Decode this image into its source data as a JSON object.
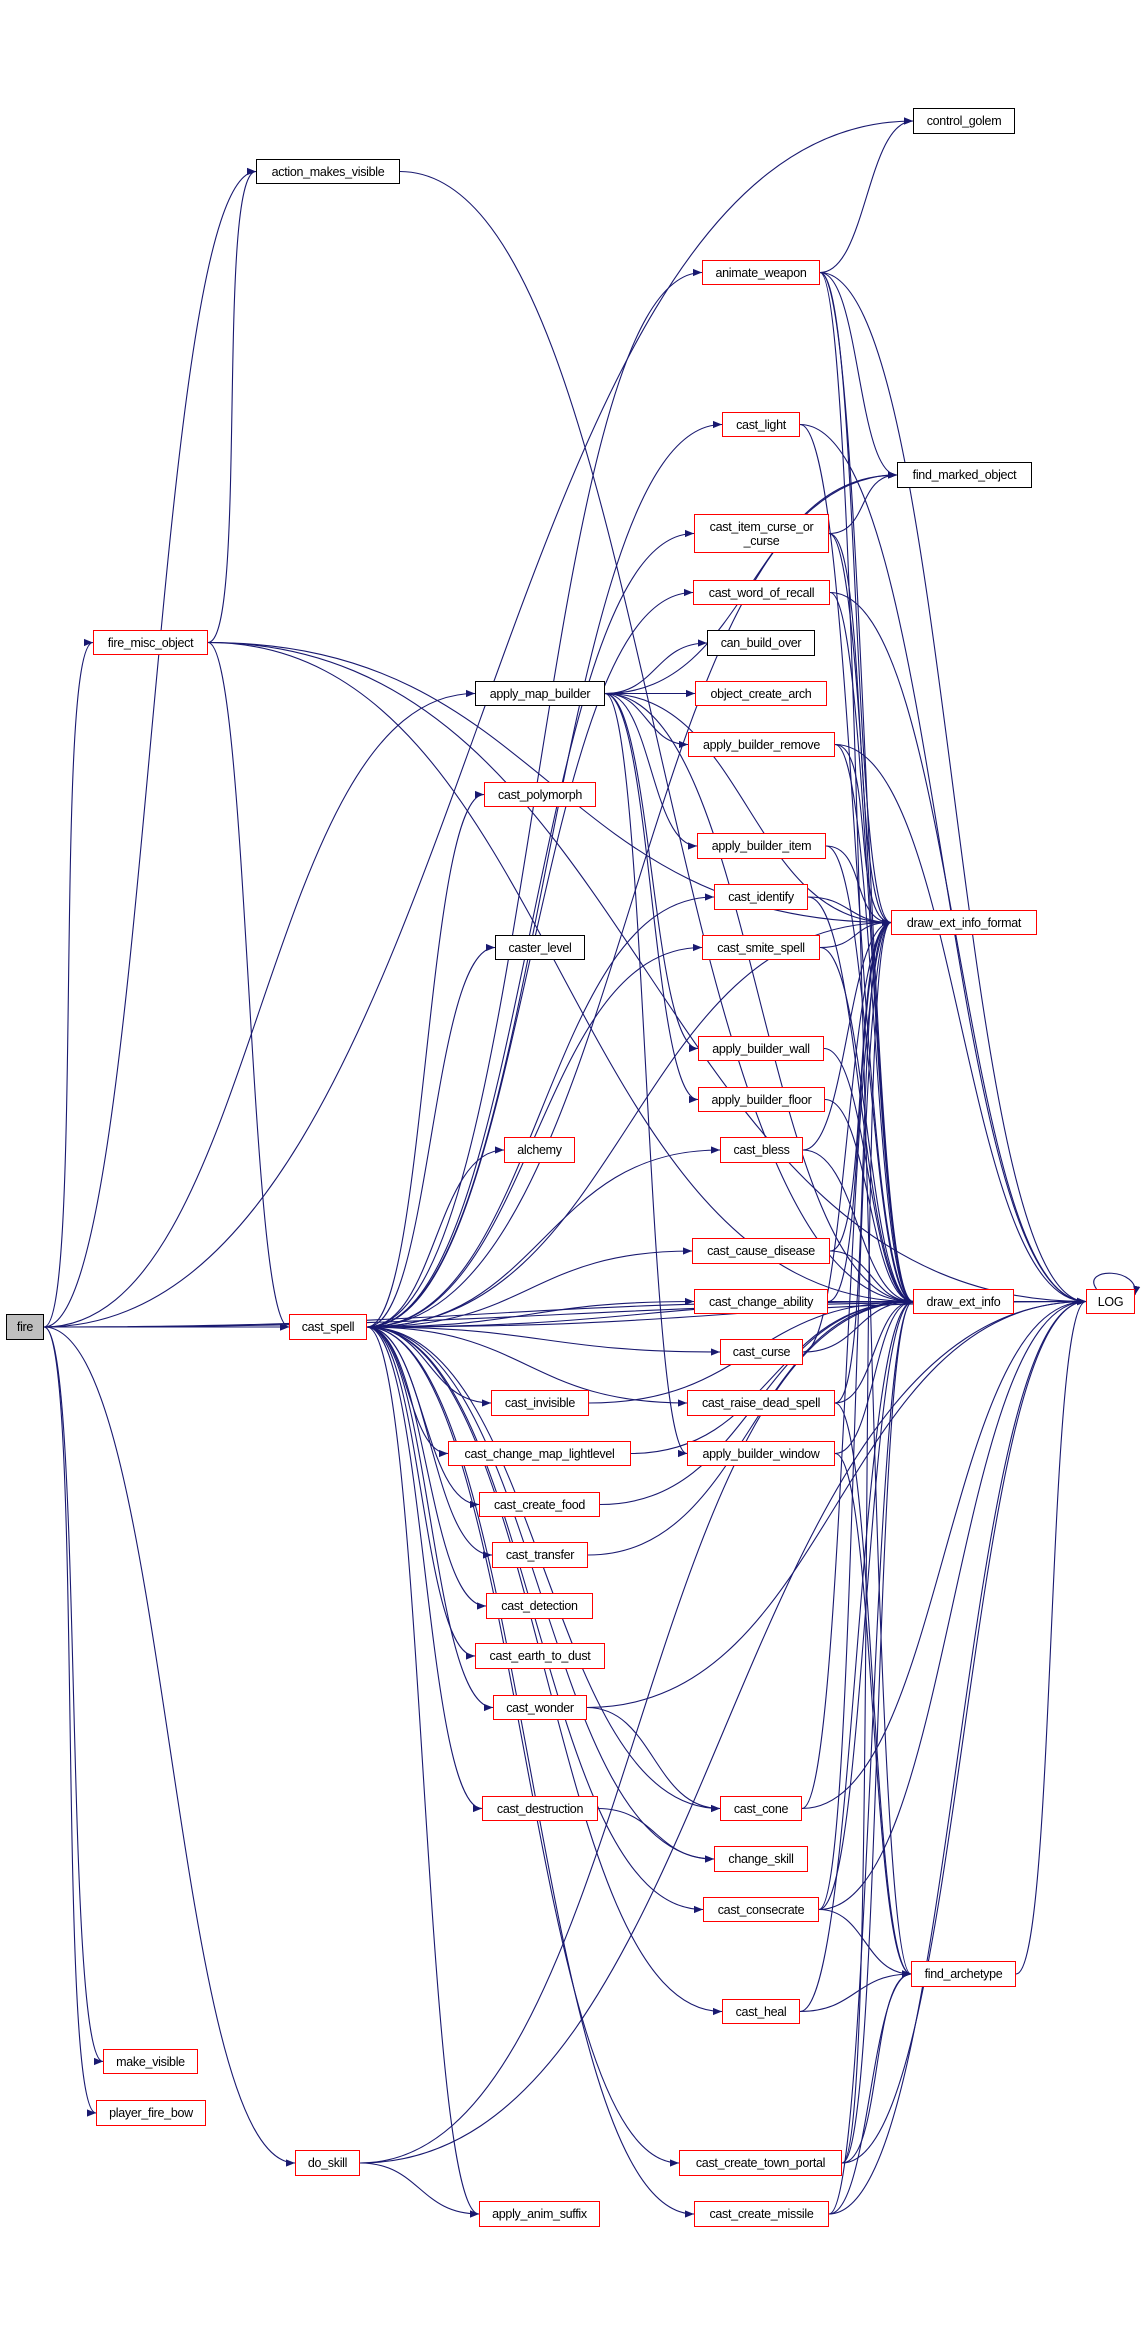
{
  "graph": {
    "title": "fire call graph",
    "edge_color": "#191970",
    "node_border_red": "#ff0000",
    "node_border_black": "#000000",
    "root_fill": "#bfbfbf"
  },
  "nodes": [
    {
      "id": "fire",
      "label": "fire",
      "style": "root"
    },
    {
      "id": "control_golem",
      "label": "control_golem",
      "style": "black"
    },
    {
      "id": "action_makes_visible",
      "label": "action_makes_visible",
      "style": "black"
    },
    {
      "id": "animate_weapon",
      "label": "animate_weapon",
      "style": "red"
    },
    {
      "id": "cast_light",
      "label": "cast_light",
      "style": "red"
    },
    {
      "id": "find_marked_object",
      "label": "find_marked_object",
      "style": "black"
    },
    {
      "id": "cast_item_curse_or_curse",
      "label": "cast_item_curse_or\n_curse",
      "style": "red"
    },
    {
      "id": "cast_word_of_recall",
      "label": "cast_word_of_recall",
      "style": "red"
    },
    {
      "id": "fire_misc_object",
      "label": "fire_misc_object",
      "style": "red"
    },
    {
      "id": "can_build_over",
      "label": "can_build_over",
      "style": "black"
    },
    {
      "id": "apply_map_builder",
      "label": "apply_map_builder",
      "style": "black"
    },
    {
      "id": "object_create_arch",
      "label": "object_create_arch",
      "style": "red"
    },
    {
      "id": "apply_builder_remove",
      "label": "apply_builder_remove",
      "style": "red"
    },
    {
      "id": "cast_polymorph",
      "label": "cast_polymorph",
      "style": "red"
    },
    {
      "id": "apply_builder_item",
      "label": "apply_builder_item",
      "style": "red"
    },
    {
      "id": "cast_identify",
      "label": "cast_identify",
      "style": "red"
    },
    {
      "id": "draw_ext_info_format",
      "label": "draw_ext_info_format",
      "style": "red"
    },
    {
      "id": "caster_level",
      "label": "caster_level",
      "style": "black"
    },
    {
      "id": "cast_smite_spell",
      "label": "cast_smite_spell",
      "style": "red"
    },
    {
      "id": "apply_builder_wall",
      "label": "apply_builder_wall",
      "style": "red"
    },
    {
      "id": "apply_builder_floor",
      "label": "apply_builder_floor",
      "style": "red"
    },
    {
      "id": "alchemy",
      "label": "alchemy",
      "style": "red"
    },
    {
      "id": "cast_bless",
      "label": "cast_bless",
      "style": "red"
    },
    {
      "id": "cast_cause_disease",
      "label": "cast_cause_disease",
      "style": "red"
    },
    {
      "id": "cast_change_ability",
      "label": "cast_change_ability",
      "style": "red"
    },
    {
      "id": "draw_ext_info",
      "label": "draw_ext_info",
      "style": "red"
    },
    {
      "id": "LOG",
      "label": "LOG",
      "style": "red"
    },
    {
      "id": "cast_spell",
      "label": "cast_spell",
      "style": "red"
    },
    {
      "id": "cast_curse",
      "label": "cast_curse",
      "style": "red"
    },
    {
      "id": "cast_invisible",
      "label": "cast_invisible",
      "style": "red"
    },
    {
      "id": "cast_raise_dead_spell",
      "label": "cast_raise_dead_spell",
      "style": "red"
    },
    {
      "id": "cast_change_map_lightlevel",
      "label": "cast_change_map_lightlevel",
      "style": "red"
    },
    {
      "id": "apply_builder_window",
      "label": "apply_builder_window",
      "style": "red"
    },
    {
      "id": "cast_create_food",
      "label": "cast_create_food",
      "style": "red"
    },
    {
      "id": "cast_transfer",
      "label": "cast_transfer",
      "style": "red"
    },
    {
      "id": "cast_detection",
      "label": "cast_detection",
      "style": "red"
    },
    {
      "id": "cast_earth_to_dust",
      "label": "cast_earth_to_dust",
      "style": "red"
    },
    {
      "id": "cast_wonder",
      "label": "cast_wonder",
      "style": "red"
    },
    {
      "id": "cast_destruction",
      "label": "cast_destruction",
      "style": "red"
    },
    {
      "id": "cast_cone",
      "label": "cast_cone",
      "style": "red"
    },
    {
      "id": "change_skill",
      "label": "change_skill",
      "style": "red"
    },
    {
      "id": "cast_consecrate",
      "label": "cast_consecrate",
      "style": "red"
    },
    {
      "id": "find_archetype",
      "label": "find_archetype",
      "style": "red"
    },
    {
      "id": "cast_heal",
      "label": "cast_heal",
      "style": "red"
    },
    {
      "id": "make_visible",
      "label": "make_visible",
      "style": "red"
    },
    {
      "id": "player_fire_bow",
      "label": "player_fire_bow",
      "style": "red"
    },
    {
      "id": "do_skill",
      "label": "do_skill",
      "style": "red"
    },
    {
      "id": "cast_create_town_portal",
      "label": "cast_create_town_portal",
      "style": "red"
    },
    {
      "id": "apply_anim_suffix",
      "label": "apply_anim_suffix",
      "style": "red"
    },
    {
      "id": "cast_create_missile",
      "label": "cast_create_missile",
      "style": "red"
    }
  ],
  "edges": [
    [
      "fire",
      "control_golem"
    ],
    [
      "fire",
      "action_makes_visible"
    ],
    [
      "fire",
      "fire_misc_object"
    ],
    [
      "fire",
      "cast_spell"
    ],
    [
      "fire",
      "apply_map_builder"
    ],
    [
      "fire",
      "LOG"
    ],
    [
      "fire",
      "draw_ext_info"
    ],
    [
      "fire",
      "make_visible"
    ],
    [
      "fire",
      "player_fire_bow"
    ],
    [
      "fire",
      "do_skill"
    ],
    [
      "fire_misc_object",
      "action_makes_visible"
    ],
    [
      "fire_misc_object",
      "cast_spell"
    ],
    [
      "fire_misc_object",
      "draw_ext_info"
    ],
    [
      "fire_misc_object",
      "LOG"
    ],
    [
      "fire_misc_object",
      "draw_ext_info_format"
    ],
    [
      "action_makes_visible",
      "draw_ext_info"
    ],
    [
      "cast_spell",
      "animate_weapon"
    ],
    [
      "cast_spell",
      "cast_light"
    ],
    [
      "cast_spell",
      "cast_item_curse_or_curse"
    ],
    [
      "cast_spell",
      "cast_word_of_recall"
    ],
    [
      "cast_spell",
      "cast_polymorph"
    ],
    [
      "cast_spell",
      "cast_identify"
    ],
    [
      "cast_spell",
      "caster_level"
    ],
    [
      "cast_spell",
      "cast_smite_spell"
    ],
    [
      "cast_spell",
      "alchemy"
    ],
    [
      "cast_spell",
      "cast_bless"
    ],
    [
      "cast_spell",
      "cast_cause_disease"
    ],
    [
      "cast_spell",
      "cast_change_ability"
    ],
    [
      "cast_spell",
      "cast_curse"
    ],
    [
      "cast_spell",
      "cast_raise_dead_spell"
    ],
    [
      "cast_spell",
      "cast_invisible"
    ],
    [
      "cast_spell",
      "cast_change_map_lightlevel"
    ],
    [
      "cast_spell",
      "cast_create_food"
    ],
    [
      "cast_spell",
      "cast_transfer"
    ],
    [
      "cast_spell",
      "cast_detection"
    ],
    [
      "cast_spell",
      "cast_earth_to_dust"
    ],
    [
      "cast_spell",
      "cast_wonder"
    ],
    [
      "cast_spell",
      "cast_destruction"
    ],
    [
      "cast_spell",
      "cast_cone"
    ],
    [
      "cast_spell",
      "change_skill"
    ],
    [
      "cast_spell",
      "cast_consecrate"
    ],
    [
      "cast_spell",
      "cast_heal"
    ],
    [
      "cast_spell",
      "cast_create_town_portal"
    ],
    [
      "cast_spell",
      "cast_create_missile"
    ],
    [
      "cast_spell",
      "apply_anim_suffix"
    ],
    [
      "cast_spell",
      "draw_ext_info"
    ],
    [
      "cast_spell",
      "draw_ext_info_format"
    ],
    [
      "cast_spell",
      "LOG"
    ],
    [
      "cast_spell",
      "find_marked_object"
    ],
    [
      "apply_map_builder",
      "can_build_over"
    ],
    [
      "apply_map_builder",
      "object_create_arch"
    ],
    [
      "apply_map_builder",
      "apply_builder_remove"
    ],
    [
      "apply_map_builder",
      "apply_builder_item"
    ],
    [
      "apply_map_builder",
      "apply_builder_wall"
    ],
    [
      "apply_map_builder",
      "apply_builder_floor"
    ],
    [
      "apply_map_builder",
      "apply_builder_window"
    ],
    [
      "apply_map_builder",
      "draw_ext_info"
    ],
    [
      "apply_map_builder",
      "draw_ext_info_format"
    ],
    [
      "apply_map_builder",
      "find_marked_object"
    ],
    [
      "animate_weapon",
      "control_golem"
    ],
    [
      "animate_weapon",
      "find_marked_object"
    ],
    [
      "animate_weapon",
      "draw_ext_info"
    ],
    [
      "animate_weapon",
      "LOG"
    ],
    [
      "animate_weapon",
      "draw_ext_info_format"
    ],
    [
      "animate_weapon",
      "find_archetype"
    ],
    [
      "cast_light",
      "LOG"
    ],
    [
      "cast_light",
      "draw_ext_info"
    ],
    [
      "cast_item_curse_or_curse",
      "find_marked_object"
    ],
    [
      "cast_item_curse_or_curse",
      "draw_ext_info"
    ],
    [
      "cast_item_curse_or_curse",
      "draw_ext_info_format"
    ],
    [
      "cast_word_of_recall",
      "LOG"
    ],
    [
      "cast_word_of_recall",
      "draw_ext_info"
    ],
    [
      "apply_builder_remove",
      "draw_ext_info"
    ],
    [
      "apply_builder_remove",
      "draw_ext_info_format"
    ],
    [
      "apply_builder_remove",
      "LOG"
    ],
    [
      "apply_builder_item",
      "draw_ext_info"
    ],
    [
      "apply_builder_item",
      "draw_ext_info_format"
    ],
    [
      "cast_identify",
      "draw_ext_info_format"
    ],
    [
      "cast_identify",
      "draw_ext_info"
    ],
    [
      "cast_smite_spell",
      "draw_ext_info_format"
    ],
    [
      "cast_smite_spell",
      "draw_ext_info"
    ],
    [
      "apply_builder_wall",
      "draw_ext_info"
    ],
    [
      "apply_builder_floor",
      "draw_ext_info"
    ],
    [
      "cast_bless",
      "draw_ext_info_format"
    ],
    [
      "cast_bless",
      "draw_ext_info"
    ],
    [
      "cast_cause_disease",
      "draw_ext_info"
    ],
    [
      "cast_cause_disease",
      "draw_ext_info_format"
    ],
    [
      "cast_change_ability",
      "draw_ext_info"
    ],
    [
      "cast_change_ability",
      "draw_ext_info_format"
    ],
    [
      "draw_ext_info",
      "LOG"
    ],
    [
      "LOG",
      "LOG"
    ],
    [
      "cast_curse",
      "draw_ext_info"
    ],
    [
      "cast_curse",
      "draw_ext_info_format"
    ],
    [
      "cast_raise_dead_spell",
      "draw_ext_info"
    ],
    [
      "cast_raise_dead_spell",
      "draw_ext_info_format"
    ],
    [
      "cast_raise_dead_spell",
      "find_archetype"
    ],
    [
      "apply_builder_window",
      "draw_ext_info"
    ],
    [
      "apply_builder_window",
      "find_archetype"
    ],
    [
      "cast_invisible",
      "draw_ext_info"
    ],
    [
      "cast_change_map_lightlevel",
      "draw_ext_info"
    ],
    [
      "cast_create_food",
      "draw_ext_info"
    ],
    [
      "cast_transfer",
      "draw_ext_info"
    ],
    [
      "cast_wonder",
      "LOG"
    ],
    [
      "cast_wonder",
      "cast_cone"
    ],
    [
      "cast_cone",
      "LOG"
    ],
    [
      "cast_cone",
      "draw_ext_info_format"
    ],
    [
      "cast_destruction",
      "change_skill"
    ],
    [
      "cast_consecrate",
      "LOG"
    ],
    [
      "cast_consecrate",
      "find_archetype"
    ],
    [
      "cast_consecrate",
      "draw_ext_info"
    ],
    [
      "cast_consecrate",
      "draw_ext_info_format"
    ],
    [
      "cast_heal",
      "find_archetype"
    ],
    [
      "cast_heal",
      "draw_ext_info"
    ],
    [
      "find_archetype",
      "LOG"
    ],
    [
      "do_skill",
      "apply_anim_suffix"
    ],
    [
      "do_skill",
      "draw_ext_info"
    ],
    [
      "do_skill",
      "LOG"
    ],
    [
      "cast_create_town_portal",
      "find_archetype"
    ],
    [
      "cast_create_town_portal",
      "LOG"
    ],
    [
      "cast_create_town_portal",
      "draw_ext_info"
    ],
    [
      "cast_create_town_portal",
      "draw_ext_info_format"
    ],
    [
      "cast_create_missile",
      "find_archetype"
    ],
    [
      "cast_create_missile",
      "LOG"
    ],
    [
      "cast_create_missile",
      "draw_ext_info"
    ]
  ]
}
